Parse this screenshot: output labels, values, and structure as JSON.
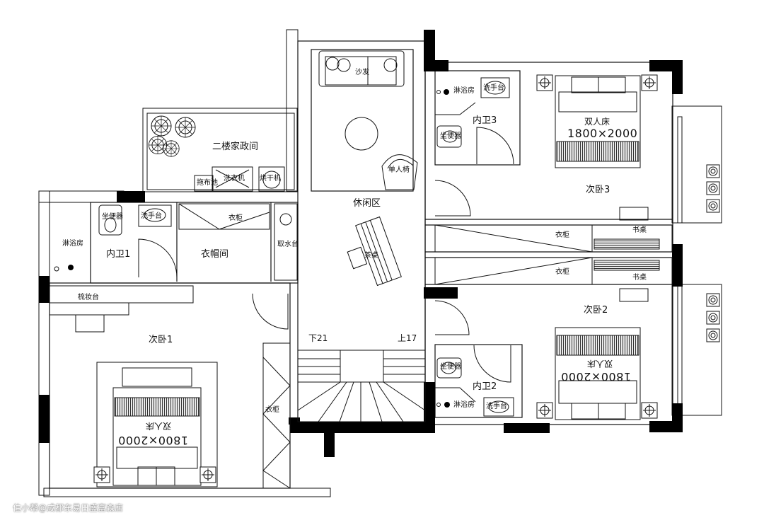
{
  "rooms": {
    "second_floor_utility": "二楼家政间",
    "lounge": "休闲区",
    "bedroom3": "次卧3",
    "bedroom2": "次卧2",
    "bedroom1": "次卧1",
    "bath1": "内卫1",
    "bath2": "内卫2",
    "bath3": "内卫3",
    "walk_in_closet": "衣帽间"
  },
  "fixtures": {
    "sofa": "沙发",
    "armchair": "单人椅",
    "mop_pool": "拖布池",
    "washer": "洗衣机",
    "dryer": "烘干机",
    "toilet": "坐便器",
    "washbasin": "洗手台",
    "shower_room": "淋浴房",
    "wardrobe": "衣柜",
    "water_dispenser": "取水台",
    "vanity": "梳妆台",
    "bookcase": "书桌",
    "tea_table": "茶桌",
    "double_bed": "双人床",
    "bed_size": "1800×2000"
  },
  "stairs": {
    "down": "下21",
    "up": "上17"
  },
  "watermark": "住小帮@成都东易日盛富森店",
  "colors": {
    "line": "#111111",
    "wall": "#000000",
    "hatch": "#555555"
  }
}
